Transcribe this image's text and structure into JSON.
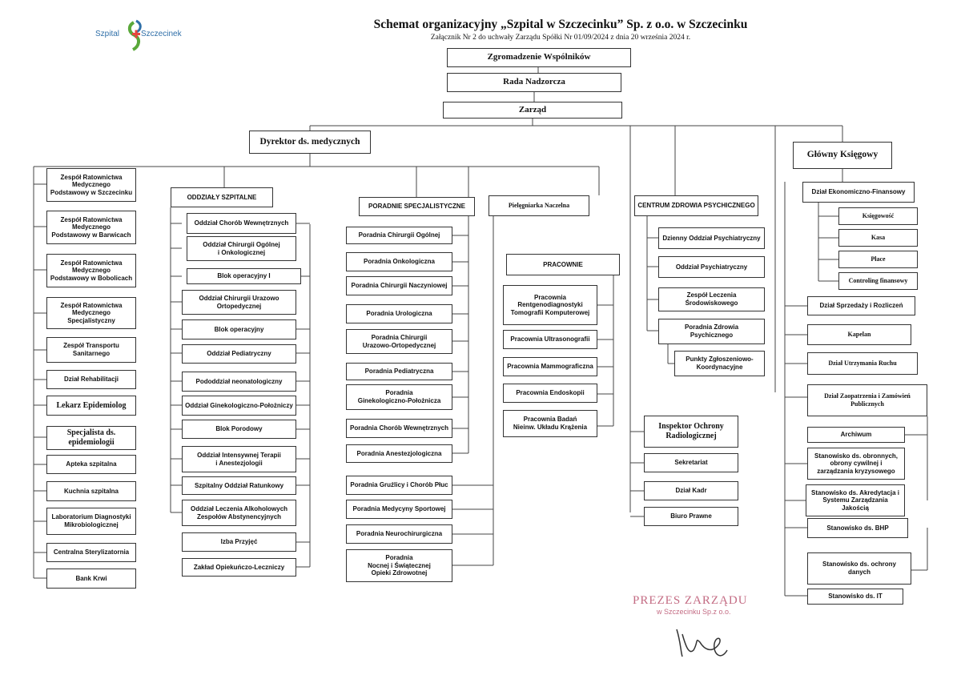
{
  "header": {
    "title": "Schemat organizacyjny „Szpital w Szczecinku” Sp. z o.o. w Szczecinku",
    "subtitle": "Załącznik Nr 2 do uchwały Zarządu Spółki Nr 01/09/2024 z dnia 20 września 2024 r."
  },
  "logo": {
    "left_text": "Szpital",
    "right_text": "Szczecinek",
    "brand_color": "#2f6fa8",
    "accent_color": "#e8453c",
    "leaf_color": "#5aa83a"
  },
  "top": {
    "assembly": "Zgromadzenie Wspólników",
    "board": "Rada Nadzorcza",
    "management": "Zarząd"
  },
  "medical_director": "Dyrektor ds. medycznych",
  "chief_accountant": "Główny Księgowy",
  "col1": [
    "Zespół Ratownictwa\nMedycznego\nPodstawowy w Szczecinku",
    "Zespół Ratownictwa\nMedycznego\nPodstawowy w Barwicach",
    "Zespół Ratownictwa\nMedycznego\nPodstawowy w Bobolicach",
    "Zespół Ratownictwa\nMedycznego\nSpecjalistyczny",
    "Zespół Transportu\nSanitarnego",
    "Dział Rehabilitacji",
    "Lekarz Epidemiolog",
    "Specjalista ds.\nepidemiologii",
    "Apteka szpitalna",
    "Kuchnia szpitalna",
    "Laboratorium Diagnostyki\nMikrobiologicznej",
    "Centralna Sterylizatornia",
    "Bank Krwi"
  ],
  "wards": {
    "header": "ODDZIAŁY SZPITALNE",
    "items": [
      "Oddział Chorób Wewnętrznych",
      "Oddział Chirurgii Ogólnej\ni Onkologicznej",
      "Blok operacyjny I",
      "Oddział Chirurgii Urazowo\nOrtopedycznej",
      "Blok operacyjny",
      "Oddział Pediatryczny",
      "Pododdział neonatologiczny",
      "Oddział Ginekologiczno-Położniczy",
      "Blok Porodowy",
      "Oddział Intensywnej Terapii\ni Anestezjologii",
      "Szpitalny Oddział Ratunkowy",
      "Oddział Leczenia Alkoholowych\nZespołów Abstynencyjnych",
      "Izba Przyjęć",
      "Zakład Opiekuńczo-Leczniczy"
    ]
  },
  "clinics": {
    "header": "PORADNIE SPECJALISTYCZNE",
    "items": [
      "Poradnia Chirurgii Ogólnej",
      "Poradnia Onkologiczna",
      "Poradnia Chirurgii Naczyniowej",
      "Poradnia Urologiczna",
      "Poradnia Chirurgii\nUrazowo-Ortopedycznej",
      "Poradnia Pediatryczna",
      "Poradnia\nGinekologiczno-Położnicza",
      "Poradnia Chorób Wewnętrznych",
      "Poradnia Anestezjologiczna",
      "Poradnia Gruźlicy i Chorób Płuc",
      "Poradnia Medycyny Sportowej",
      "Poradnia Neurochirurgiczna",
      "Poradnia\nNocnej i Świątecznej\nOpieki Zdrowotnej"
    ]
  },
  "head_nurse": "Pielęgniarka Naczelna",
  "labs": {
    "header": "PRACOWNIE",
    "items": [
      "Pracownia\nRentgenodiagnostyki\nTomografii Komputerowej",
      "Pracownia Ultrasonografii",
      "Pracownia Mammograficzna",
      "Pracownia Endoskopii",
      "Pracownia Badań\nNieinw. Układu Krążenia"
    ]
  },
  "mental": {
    "header": "CENTRUM ZDROWIA PSYCHICZNEGO",
    "items": [
      "Dzienny Oddział Psychiatryczny",
      "Oddział Psychiatryczny",
      "Zespół Leczenia\nŚrodowiskowego",
      "Poradnia Zdrowia\nPsychicznego",
      "Punkty Zgłoszeniowo-\nKoordynacyjne"
    ]
  },
  "management_units": {
    "inspector": "Inspektor Ochrony\nRadiologicznej",
    "items": [
      "Sekretariat",
      "Dział Kadr",
      "Biuro Prawne"
    ]
  },
  "finance": {
    "header": "Dział Ekonomiczno-Finansowy",
    "items": [
      "Księgowość",
      "Kasa",
      "Płace",
      "Controling finansowy"
    ]
  },
  "col7": [
    "Dział Sprzedaży i Rozliczeń",
    "Kapelan",
    "Dział Utrzymania Ruchu",
    "Dział Zaopatrzenia i Zamówień\nPublicznych",
    "Archiwum",
    "Stanowisko ds. obronnych,\nobrony cywilnej i\nzarządzania kryzysowego",
    "Stanowisko ds. Akredytacja i\nSystemu Zarządzania\nJakością",
    "Stanowisko ds. BHP",
    "Stanowisko ds. ochrony\ndanych",
    "Stanowisko ds. IT"
  ],
  "stamp": {
    "line1": "PREZES ZARZĄDU",
    "line2": "w Szczecinku Sp.z o.o.",
    "color": "#b03a5a"
  }
}
